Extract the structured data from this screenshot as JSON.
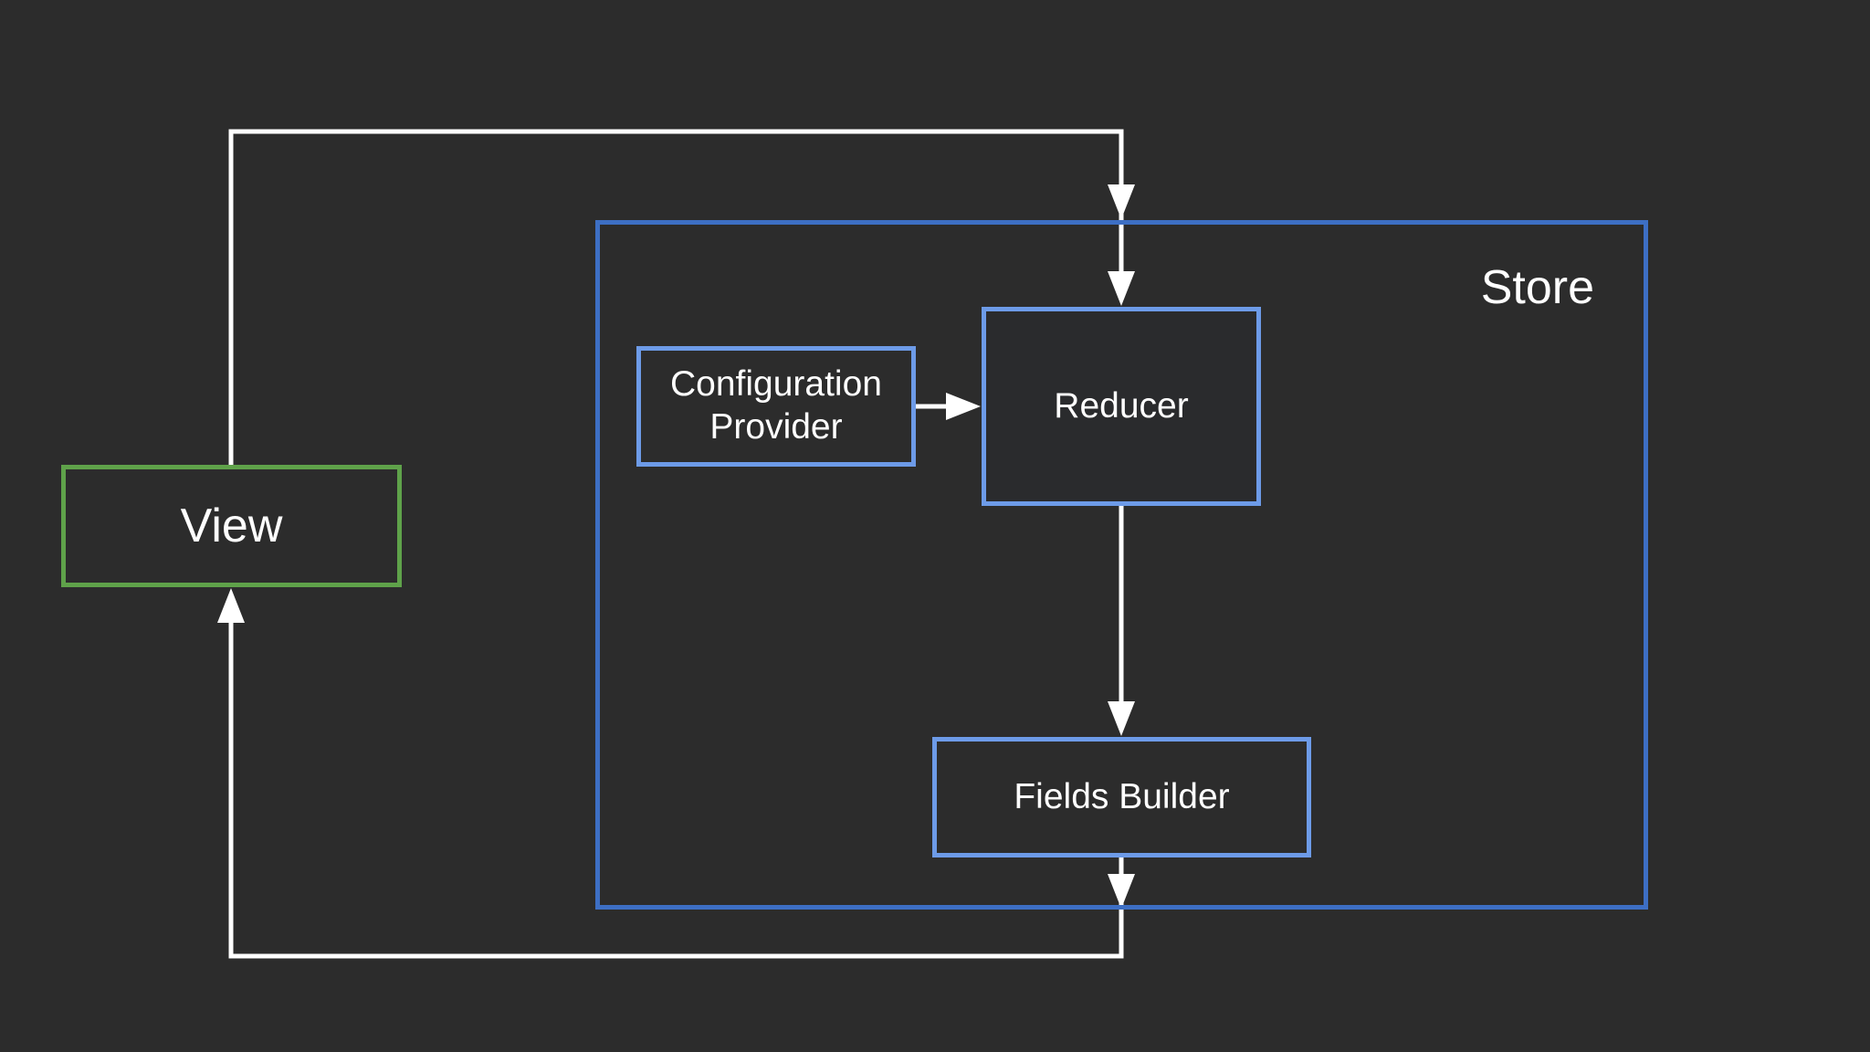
{
  "diagram": {
    "store": {
      "label": "Store"
    },
    "configuration_provider": {
      "label": "Configuration\nProvider"
    },
    "reducer": {
      "label": "Reducer"
    },
    "fields_builder": {
      "label": "Fields Builder"
    },
    "view": {
      "label": "View"
    }
  },
  "colors": {
    "background": "#2c2c2c",
    "store_border": "#3d6fc4",
    "component_border": "#6d9be8",
    "view_border": "#5fa24a",
    "arrows": "#ffffff"
  }
}
